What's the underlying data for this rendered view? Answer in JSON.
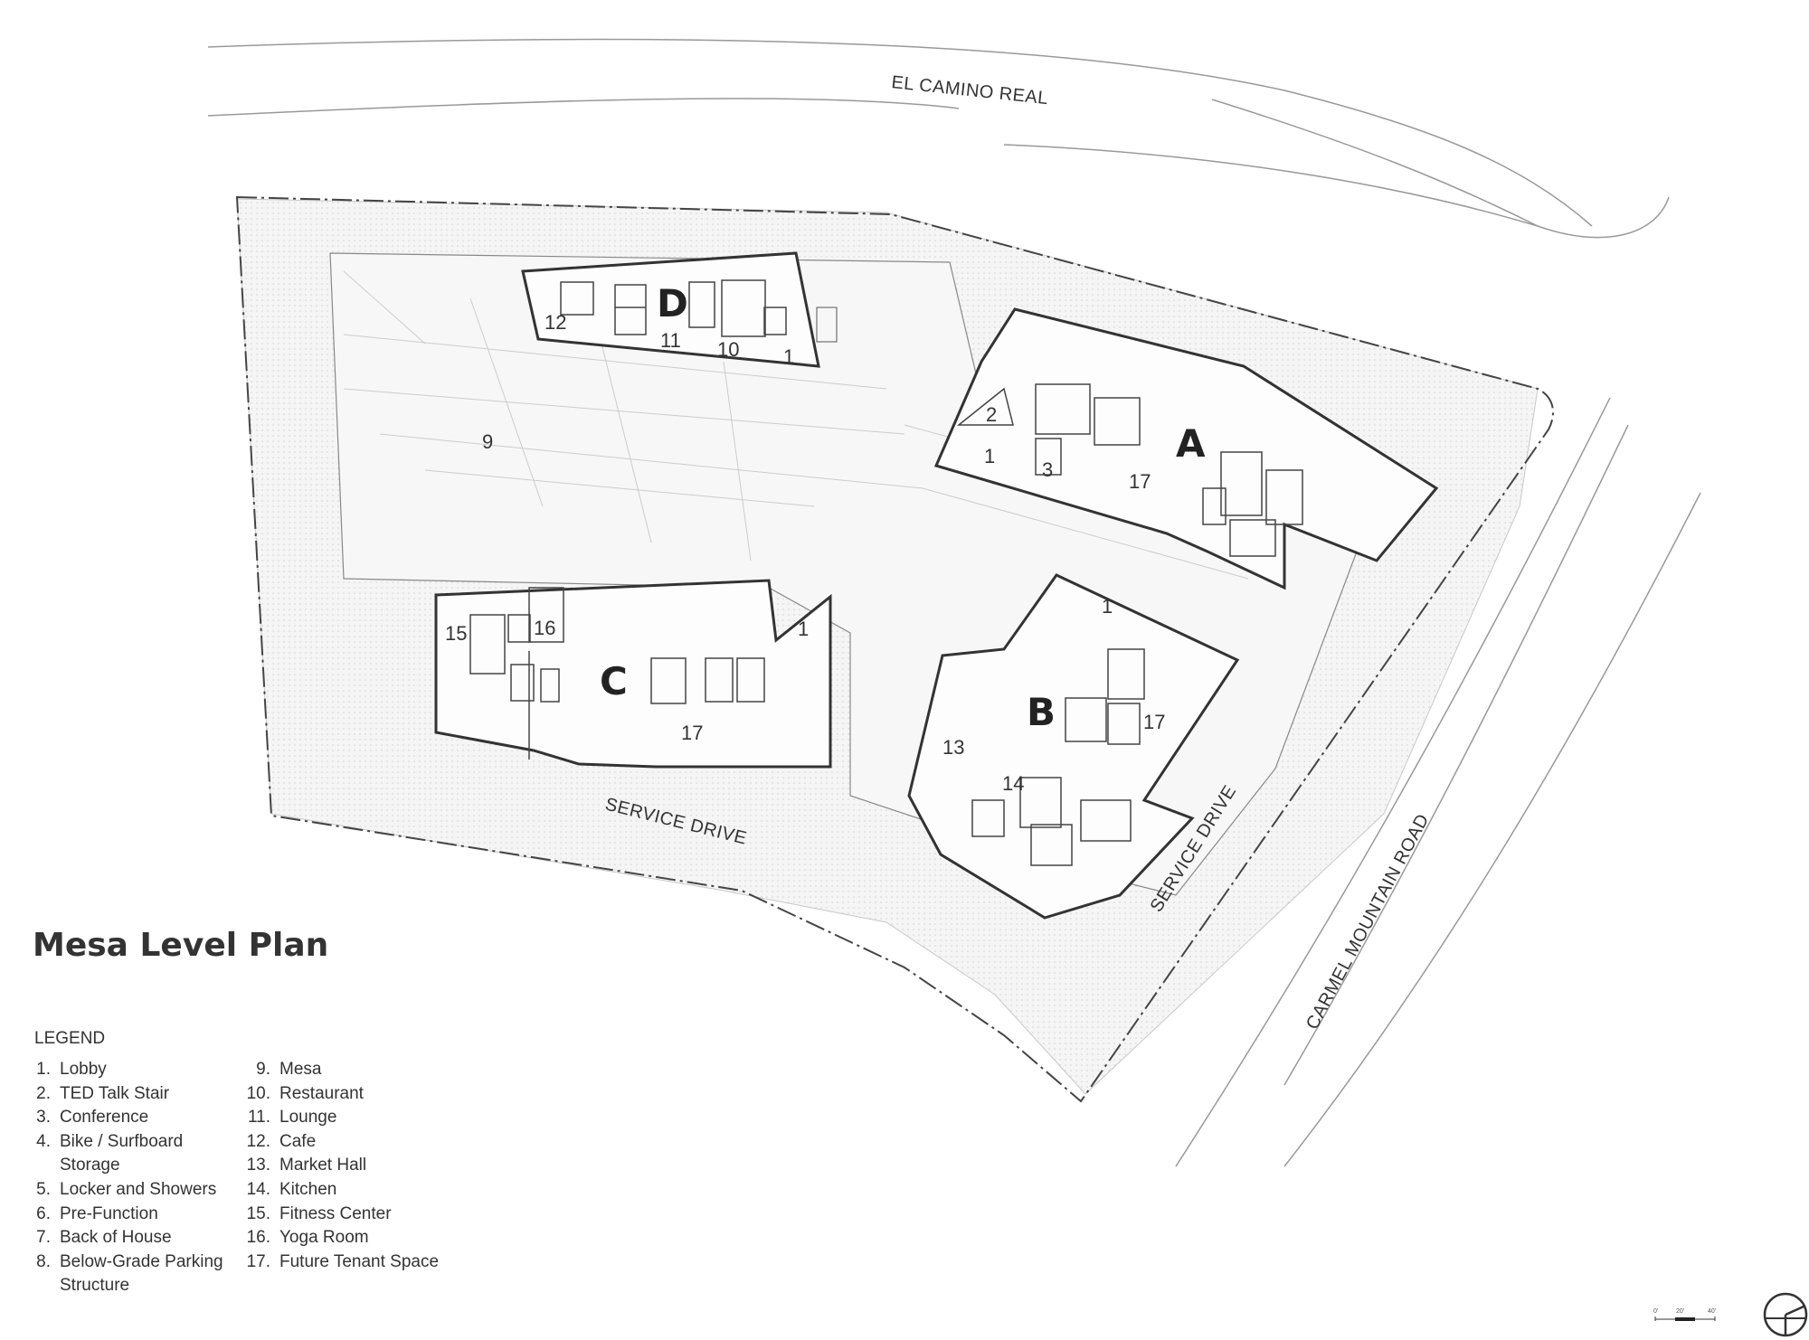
{
  "title": "Mesa Level Plan",
  "roads": {
    "north": "EL CAMINO REAL",
    "east": "CARMEL MOUNTAIN ROAD",
    "service_c": "SERVICE DRIVE",
    "service_b": "SERVICE DRIVE"
  },
  "buildings": {
    "a": "A",
    "b": "B",
    "c": "C",
    "d": "D"
  },
  "room_labels": {
    "d_12": "12",
    "d_11": "11",
    "d_10": "10",
    "d_1": "1",
    "a_2": "2",
    "a_1": "1",
    "a_3": "3",
    "a_17": "17",
    "mesa_9": "9",
    "c_15": "15",
    "c_16": "16",
    "c_1": "1",
    "c_17": "17",
    "b_1": "1",
    "b_17": "17",
    "b_13": "13",
    "b_14": "14"
  },
  "legend": {
    "title": "LEGEND",
    "items": [
      {
        "num": "1.",
        "label": "Lobby"
      },
      {
        "num": "2.",
        "label": "TED Talk Stair"
      },
      {
        "num": "3.",
        "label": "Conference"
      },
      {
        "num": "4.",
        "label": "Bike / Surfboard",
        "cont": "Storage"
      },
      {
        "num": "5.",
        "label": "Locker and Showers"
      },
      {
        "num": "6.",
        "label": "Pre-Function"
      },
      {
        "num": "7.",
        "label": "Back of House"
      },
      {
        "num": "8.",
        "label": "Below-Grade Parking",
        "cont": "Structure"
      },
      {
        "num": "9.",
        "label": "Mesa"
      },
      {
        "num": "10.",
        "label": "Restaurant"
      },
      {
        "num": "11.",
        "label": "Lounge"
      },
      {
        "num": "12.",
        "label": "Cafe"
      },
      {
        "num": "13.",
        "label": "Market Hall"
      },
      {
        "num": "14.",
        "label": "Kitchen"
      },
      {
        "num": "15.",
        "label": "Fitness Center"
      },
      {
        "num": "16.",
        "label": "Yoga Room"
      },
      {
        "num": "17.",
        "label": "Future Tenant Space"
      }
    ]
  },
  "scale_bar": {
    "labels": [
      "0'",
      "20'",
      "40'"
    ]
  },
  "colors": {
    "line": "#333333",
    "fill_light": "#eeeeee",
    "fill_hatch": "#e3e3e3"
  }
}
